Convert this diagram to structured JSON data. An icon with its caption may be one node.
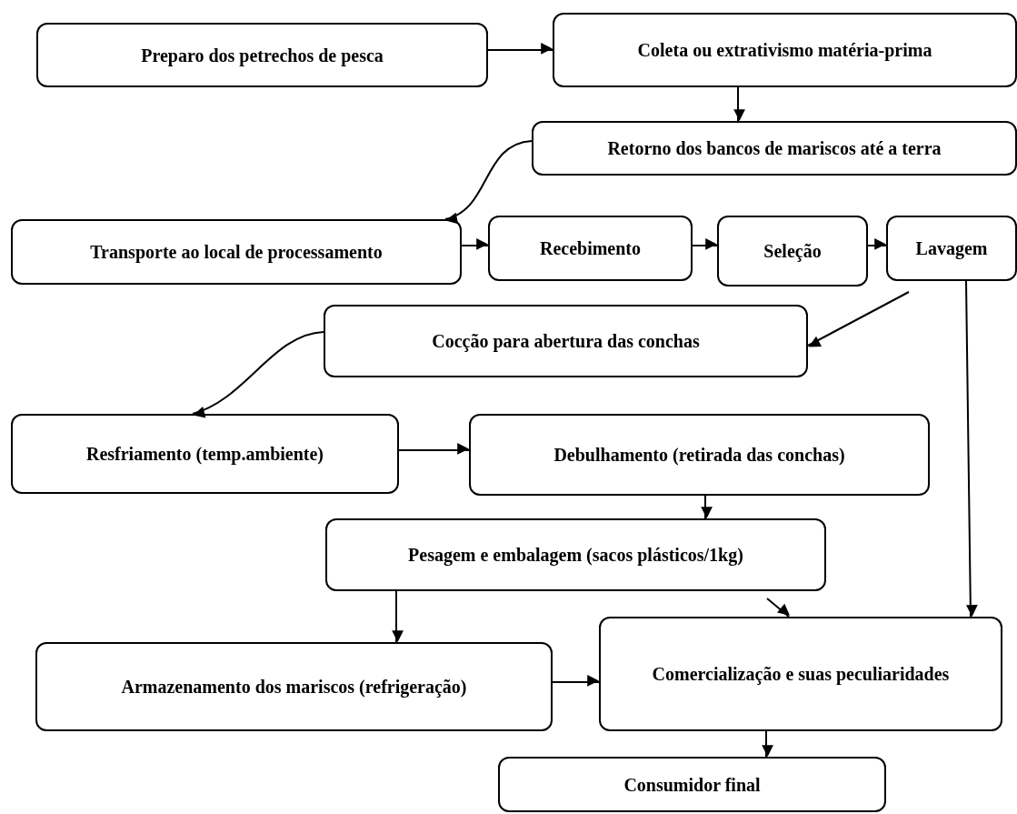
{
  "diagram": {
    "nodes": [
      {
        "text": [
          "Preparo dos petrechos de pesca"
        ]
      },
      {
        "text": [
          "Coleta ou extrativismo matéria-prima"
        ]
      },
      {
        "text": [
          "Retorno dos bancos de mariscos até a terra"
        ]
      },
      {
        "text": [
          "Transporte ao local de processamento"
        ]
      },
      {
        "text": [
          "Recebimento"
        ]
      },
      {
        "text": [
          "Seleção"
        ]
      },
      {
        "text": [
          "Lavagem"
        ]
      },
      {
        "text": [
          "Cocção para abertura das conchas"
        ]
      },
      {
        "text": [
          "Resfriamento (temp.ambiente)"
        ]
      },
      {
        "text": [
          "Debulhamento (retirada das conchas)"
        ]
      },
      {
        "text": [
          "Pesagem e embalagem (sacos plásticos/1kg)"
        ]
      },
      {
        "text": [
          "Armazenamento dos mariscos (refrigeração)"
        ]
      },
      {
        "text": [
          "Comercialização e suas peculiaridades"
        ]
      },
      {
        "text": [
          "Consumidor final"
        ]
      }
    ],
    "edges": [
      {
        "from": 0,
        "to": 1,
        "arrow": "to"
      },
      {
        "from": 1,
        "to": 2,
        "arrow": "to"
      },
      {
        "from": 2,
        "to": 3,
        "arrow": "to"
      },
      {
        "from": 3,
        "to": 4,
        "arrow": "to"
      },
      {
        "from": 4,
        "to": 5,
        "arrow": "to"
      },
      {
        "from": 5,
        "to": 6,
        "arrow": "to"
      },
      {
        "from": 6,
        "to": 7,
        "arrow": "to"
      },
      {
        "from": 6,
        "to": 12,
        "arrow": "to"
      },
      {
        "from": 7,
        "to": 8,
        "arrow": "to"
      },
      {
        "from": 8,
        "to": 9,
        "arrow": "to"
      },
      {
        "from": 9,
        "to": 10,
        "arrow": "to"
      },
      {
        "from": 10,
        "to": 11,
        "arrow": "to"
      },
      {
        "from": 10,
        "to": 12,
        "arrow": "to"
      },
      {
        "from": 11,
        "to": 12,
        "arrow": "to"
      },
      {
        "from": 12,
        "to": 13,
        "arrow": "to"
      }
    ]
  }
}
